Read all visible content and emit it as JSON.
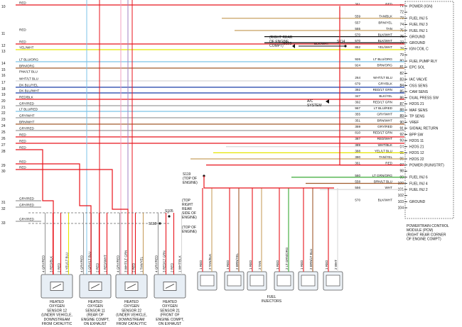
{
  "left_pins": [
    {
      "num": "10",
      "label": "RED"
    },
    {
      "num": "11",
      "label": "RED"
    },
    {
      "num": "12",
      "label": "RED"
    },
    {
      "num": "13",
      "label": "YEL/WHT"
    },
    {
      "num": "14",
      "label": "LT BLU/ORG"
    },
    {
      "num": "15",
      "label": "BRN/ORG"
    },
    {
      "num": "16",
      "label": "PNK/LT BLU"
    },
    {
      "num": "17",
      "label": "WHT/LT BLU"
    },
    {
      "num": "18",
      "label": "DK BLU/YEL"
    },
    {
      "num": "19",
      "label": "DK BLU/WHT"
    },
    {
      "num": "20",
      "label": "RED/BLK"
    },
    {
      "num": "21",
      "label": "GRY/RED"
    },
    {
      "num": "22",
      "label": "LT BLU/RED"
    },
    {
      "num": "23",
      "label": "GRY/WHT"
    },
    {
      "num": "24",
      "label": "BRN/WHT"
    },
    {
      "num": "25",
      "label": "GRY/RED"
    },
    {
      "num": "26",
      "label": "RED"
    },
    {
      "num": "27",
      "label": "RED"
    },
    {
      "num": "28",
      "label": "RED"
    },
    {
      "num": "29",
      "label": "RED"
    },
    {
      "num": "30",
      "label": "RED"
    },
    {
      "num": "31",
      "label": "GRY/RED"
    },
    {
      "num": "32",
      "label": "GRY/RED"
    },
    {
      "num": "33",
      "label": "GRY/RED"
    }
  ],
  "pcm_pins": [
    {
      "circuit": "361",
      "wire": "RED",
      "pin": "71",
      "func": "POWER (IGN)"
    },
    {
      "circuit": "",
      "wire": "",
      "pin": "72",
      "func": ""
    },
    {
      "circuit": "559",
      "wire": "TAN/BLK",
      "pin": "73",
      "func": "FUEL INJ 5"
    },
    {
      "circuit": "557",
      "wire": "BRN/YEL",
      "pin": "74",
      "func": "FUEL INJ 3"
    },
    {
      "circuit": "555",
      "wire": "TAN",
      "pin": "75",
      "func": "FUEL INJ 1"
    },
    {
      "circuit": "570",
      "wire": "BLK/WHT",
      "pin": "76",
      "func": "GROUND"
    },
    {
      "circuit": "570",
      "wire": "BLK/WHT",
      "pin": "77",
      "func": "GROUND"
    },
    {
      "circuit": "852",
      "wire": "YEL/WHT",
      "pin": "78",
      "func": "IGN COIL C"
    },
    {
      "circuit": "",
      "wire": "",
      "pin": "79",
      "func": ""
    },
    {
      "circuit": "926",
      "wire": "LT BLU/ORG",
      "pin": "80",
      "func": "FUEL PUMP RLY"
    },
    {
      "circuit": "924",
      "wire": "BRN/ORG",
      "pin": "81",
      "func": "EPC SOL"
    },
    {
      "circuit": "",
      "wire": "",
      "pin": "82",
      "func": ""
    },
    {
      "circuit": "264",
      "wire": "WHT/LT BLU",
      "pin": "83",
      "func": "IAC VALVE"
    },
    {
      "circuit": "679",
      "wire": "GRY/BLK",
      "pin": "84",
      "func": "OSS SENS"
    },
    {
      "circuit": "392",
      "wire": "RED/LT GRN",
      "pin": "85",
      "func": "CAM SENS"
    },
    {
      "circuit": "347",
      "wire": "BLK/YEL",
      "pin": "86",
      "func": "DUAL PRESS SW"
    },
    {
      "circuit": "392",
      "wire": "RED/LT GRN",
      "pin": "87",
      "func": "H2OS 21"
    },
    {
      "circuit": "967",
      "wire": "LT BLU/RED",
      "pin": "88",
      "func": "MAF SENS"
    },
    {
      "circuit": "355",
      "wire": "GRY/WHT",
      "pin": "89",
      "func": "TP SENS"
    },
    {
      "circuit": "351",
      "wire": "BRN/WHT",
      "pin": "90",
      "func": "VREF"
    },
    {
      "circuit": "359",
      "wire": "GRY/RED",
      "pin": "91",
      "func": "SIGNAL RETURN"
    },
    {
      "circuit": "810",
      "wire": "RED/LT GRN",
      "pin": "92",
      "func": "BPP SW"
    },
    {
      "circuit": "387",
      "wire": "RED/WHT",
      "pin": "93",
      "func": "H2OS 11"
    },
    {
      "circuit": "389",
      "wire": "WHT/BLK",
      "pin": "94",
      "func": "H2OS 21"
    },
    {
      "circuit": "388",
      "wire": "YEL/LT BLU",
      "pin": "95",
      "func": "H2OS 12"
    },
    {
      "circuit": "390",
      "wire": "TAN/YEL",
      "pin": "96",
      "func": "H2OS 22"
    },
    {
      "circuit": "361",
      "wire": "RED",
      "pin": "97",
      "func": "POWER (RUN/STRT)"
    },
    {
      "circuit": "",
      "wire": "",
      "pin": "98",
      "func": ""
    },
    {
      "circuit": "560",
      "wire": "LT GRN/ORG",
      "pin": "99",
      "func": "FUEL INJ 6"
    },
    {
      "circuit": "558",
      "wire": "BRN/LT BLU",
      "pin": "100",
      "func": "FUEL INJ 4"
    },
    {
      "circuit": "556",
      "wire": "WHT",
      "pin": "101",
      "func": "FUEL INJ 2"
    },
    {
      "circuit": "",
      "wire": "",
      "pin": "102",
      "func": ""
    },
    {
      "circuit": "570",
      "wire": "BLK/WHT",
      "pin": "103",
      "func": "GROUND"
    },
    {
      "circuit": "",
      "wire": "",
      "pin": "104",
      "func": ""
    }
  ],
  "pcm_caption": [
    "POWERTRAIN CONTROL",
    "MODULE (PCM)",
    "(RIGHT REAR CORNER",
    "OF ENGINE COMPT)"
  ],
  "labels": {
    "right_rear_of_engine": [
      "(RIGHT REAR",
      "OF ENGINE",
      "COMPT)"
    ],
    "g103": "G103",
    "ground_wire": "BLK/WHT",
    "s114": "S114",
    "ac_system": [
      "A/C",
      "SYSTEM"
    ],
    "s119": [
      "S119",
      "(TOP OF",
      "ENGINE)"
    ],
    "s105": "S105",
    "top_right_rear": [
      "(TOP",
      "RIGHT",
      "REAR",
      "SIDE OF",
      "ENGINE)"
    ],
    "s118": "S118",
    "top_of_engine": [
      "(TOP OF",
      "ENGINE)"
    ],
    "fuel_injectors": [
      "FUEL",
      "INJECTORS"
    ]
  },
  "sensors": [
    {
      "pins": [
        {
          "n": "4",
          "w": "GRY/RED"
        },
        {
          "n": "3",
          "w": "RED/BLK"
        },
        {
          "n": "2",
          "w": "RED"
        },
        {
          "n": "1",
          "w": "YEL/LT BLU"
        }
      ],
      "caption": [
        "HEATED",
        "OXYGEN",
        "SENSOR 12",
        "(UNDER VEHICLE,",
        "DOWNSTREAM",
        "FROM CATALYTIC"
      ]
    },
    {
      "pins": [
        {
          "n": "4",
          "w": "GRY/RED"
        },
        {
          "n": "3",
          "w": "GRY/LT BLU"
        },
        {
          "n": "2",
          "w": "RED"
        },
        {
          "n": "1",
          "w": "RED/WHT"
        }
      ],
      "caption": [
        "HEATED",
        "OXYGEN",
        "SENSOR 11",
        "(REAR OF",
        "ENGINE COMPT,",
        "ON EXHAUST"
      ]
    },
    {
      "pins": [
        {
          "n": "4",
          "w": "GRY/RED"
        },
        {
          "n": "3",
          "w": "WHT/LT GRN"
        },
        {
          "n": "2",
          "w": "RED"
        },
        {
          "n": "1",
          "w": "TAN/YEL"
        }
      ],
      "caption": [
        "HEATED",
        "OXYGEN",
        "SENSOR 22",
        "(UNDER VEHICLE,",
        "DOWNSTREAM",
        "FROM CATALYTIC"
      ]
    },
    {
      "pins": [
        {
          "n": "4",
          "w": "GRY/RED"
        },
        {
          "n": "3",
          "w": "RED/LT GRN"
        },
        {
          "n": "2",
          "w": "RED"
        },
        {
          "n": "1",
          "w": "WHT/BLK"
        }
      ],
      "caption": [
        "HEATED",
        "OXYGEN",
        "SENSOR 21",
        "(FRONT OF",
        "ENGINE COMPT,",
        "ON EXHAUST"
      ]
    }
  ],
  "injectors": [
    {
      "pins": [
        {
          "n": "1",
          "w": "RED"
        },
        {
          "n": "2",
          "w": "TAN/BLK"
        }
      ]
    },
    {
      "pins": [
        {
          "n": "1",
          "w": "RED"
        },
        {
          "n": "2",
          "w": "BRN/YEL"
        }
      ]
    },
    {
      "pins": [
        {
          "n": "1",
          "w": "RED"
        },
        {
          "n": "2",
          "w": "TAN"
        }
      ]
    },
    {
      "pins": [
        {
          "n": "1",
          "w": "RED"
        },
        {
          "n": "2",
          "w": "LT GRN/ORG"
        }
      ]
    },
    {
      "pins": [
        {
          "n": "1",
          "w": "RED"
        },
        {
          "n": "2",
          "w": "BRN/LT BLU"
        }
      ]
    },
    {
      "pins": [
        {
          "n": "1",
          "w": "RED"
        },
        {
          "n": "2",
          "w": "WHT"
        }
      ]
    }
  ],
  "colors": {
    "red": "#e8141c",
    "grey": "#9a9a9a",
    "yellow": "#e6e600",
    "lightblue": "#7cc3e8",
    "brown": "#a05a2c",
    "pink": "#f2a0c0",
    "darkblue": "#1a3ea8",
    "green": "#3aaa35",
    "tan": "#c8a060",
    "white": "#d8d8d8",
    "black": "#111111",
    "pcmbox": "#444444",
    "sensorfill": "#e7eef5",
    "injfill": "#eef3f8"
  }
}
